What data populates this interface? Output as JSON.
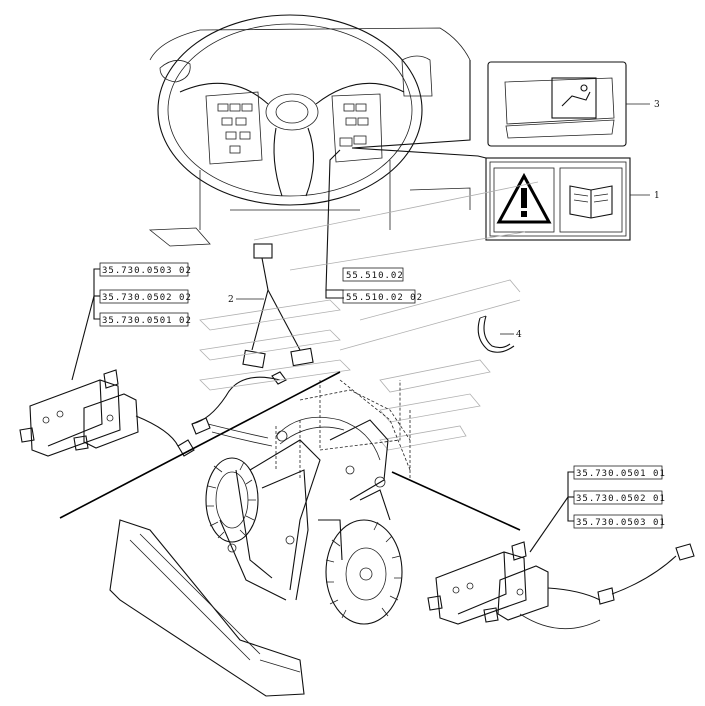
{
  "callouts": {
    "c1": "1",
    "c2": "2",
    "c3": "3",
    "c4": "4"
  },
  "part_refs_left": [
    "35.730.0503 02",
    "35.730.0502 02",
    "35.730.0501 02"
  ],
  "part_refs_center": [
    "55.510.02",
    "55.510.02 02"
  ],
  "part_refs_right": [
    "35.730.0501 01",
    "35.730.0502 01",
    "35.730.0503 01"
  ],
  "icons": {
    "warning": "warning-triangle-icon",
    "manual": "operator-manual-book-icon",
    "switch": "loader-control-switch-icon"
  },
  "colors": {
    "line": "#111111",
    "background": "#ffffff"
  }
}
